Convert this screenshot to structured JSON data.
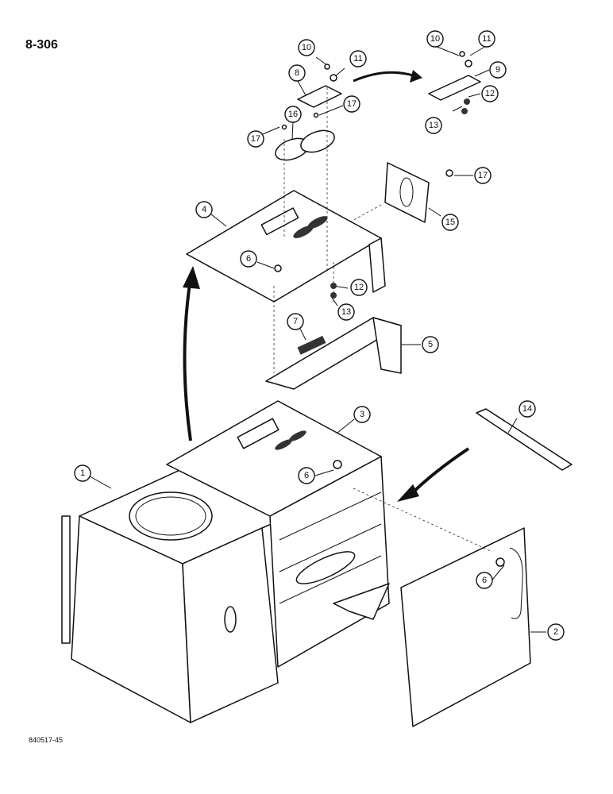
{
  "page_number": "8-306",
  "drawing_code": "840517-45",
  "callouts": [
    "1",
    "2",
    "3",
    "4",
    "5",
    "6",
    "7",
    "8",
    "9",
    "10",
    "11",
    "12",
    "13",
    "14",
    "15",
    "16",
    "17"
  ]
}
